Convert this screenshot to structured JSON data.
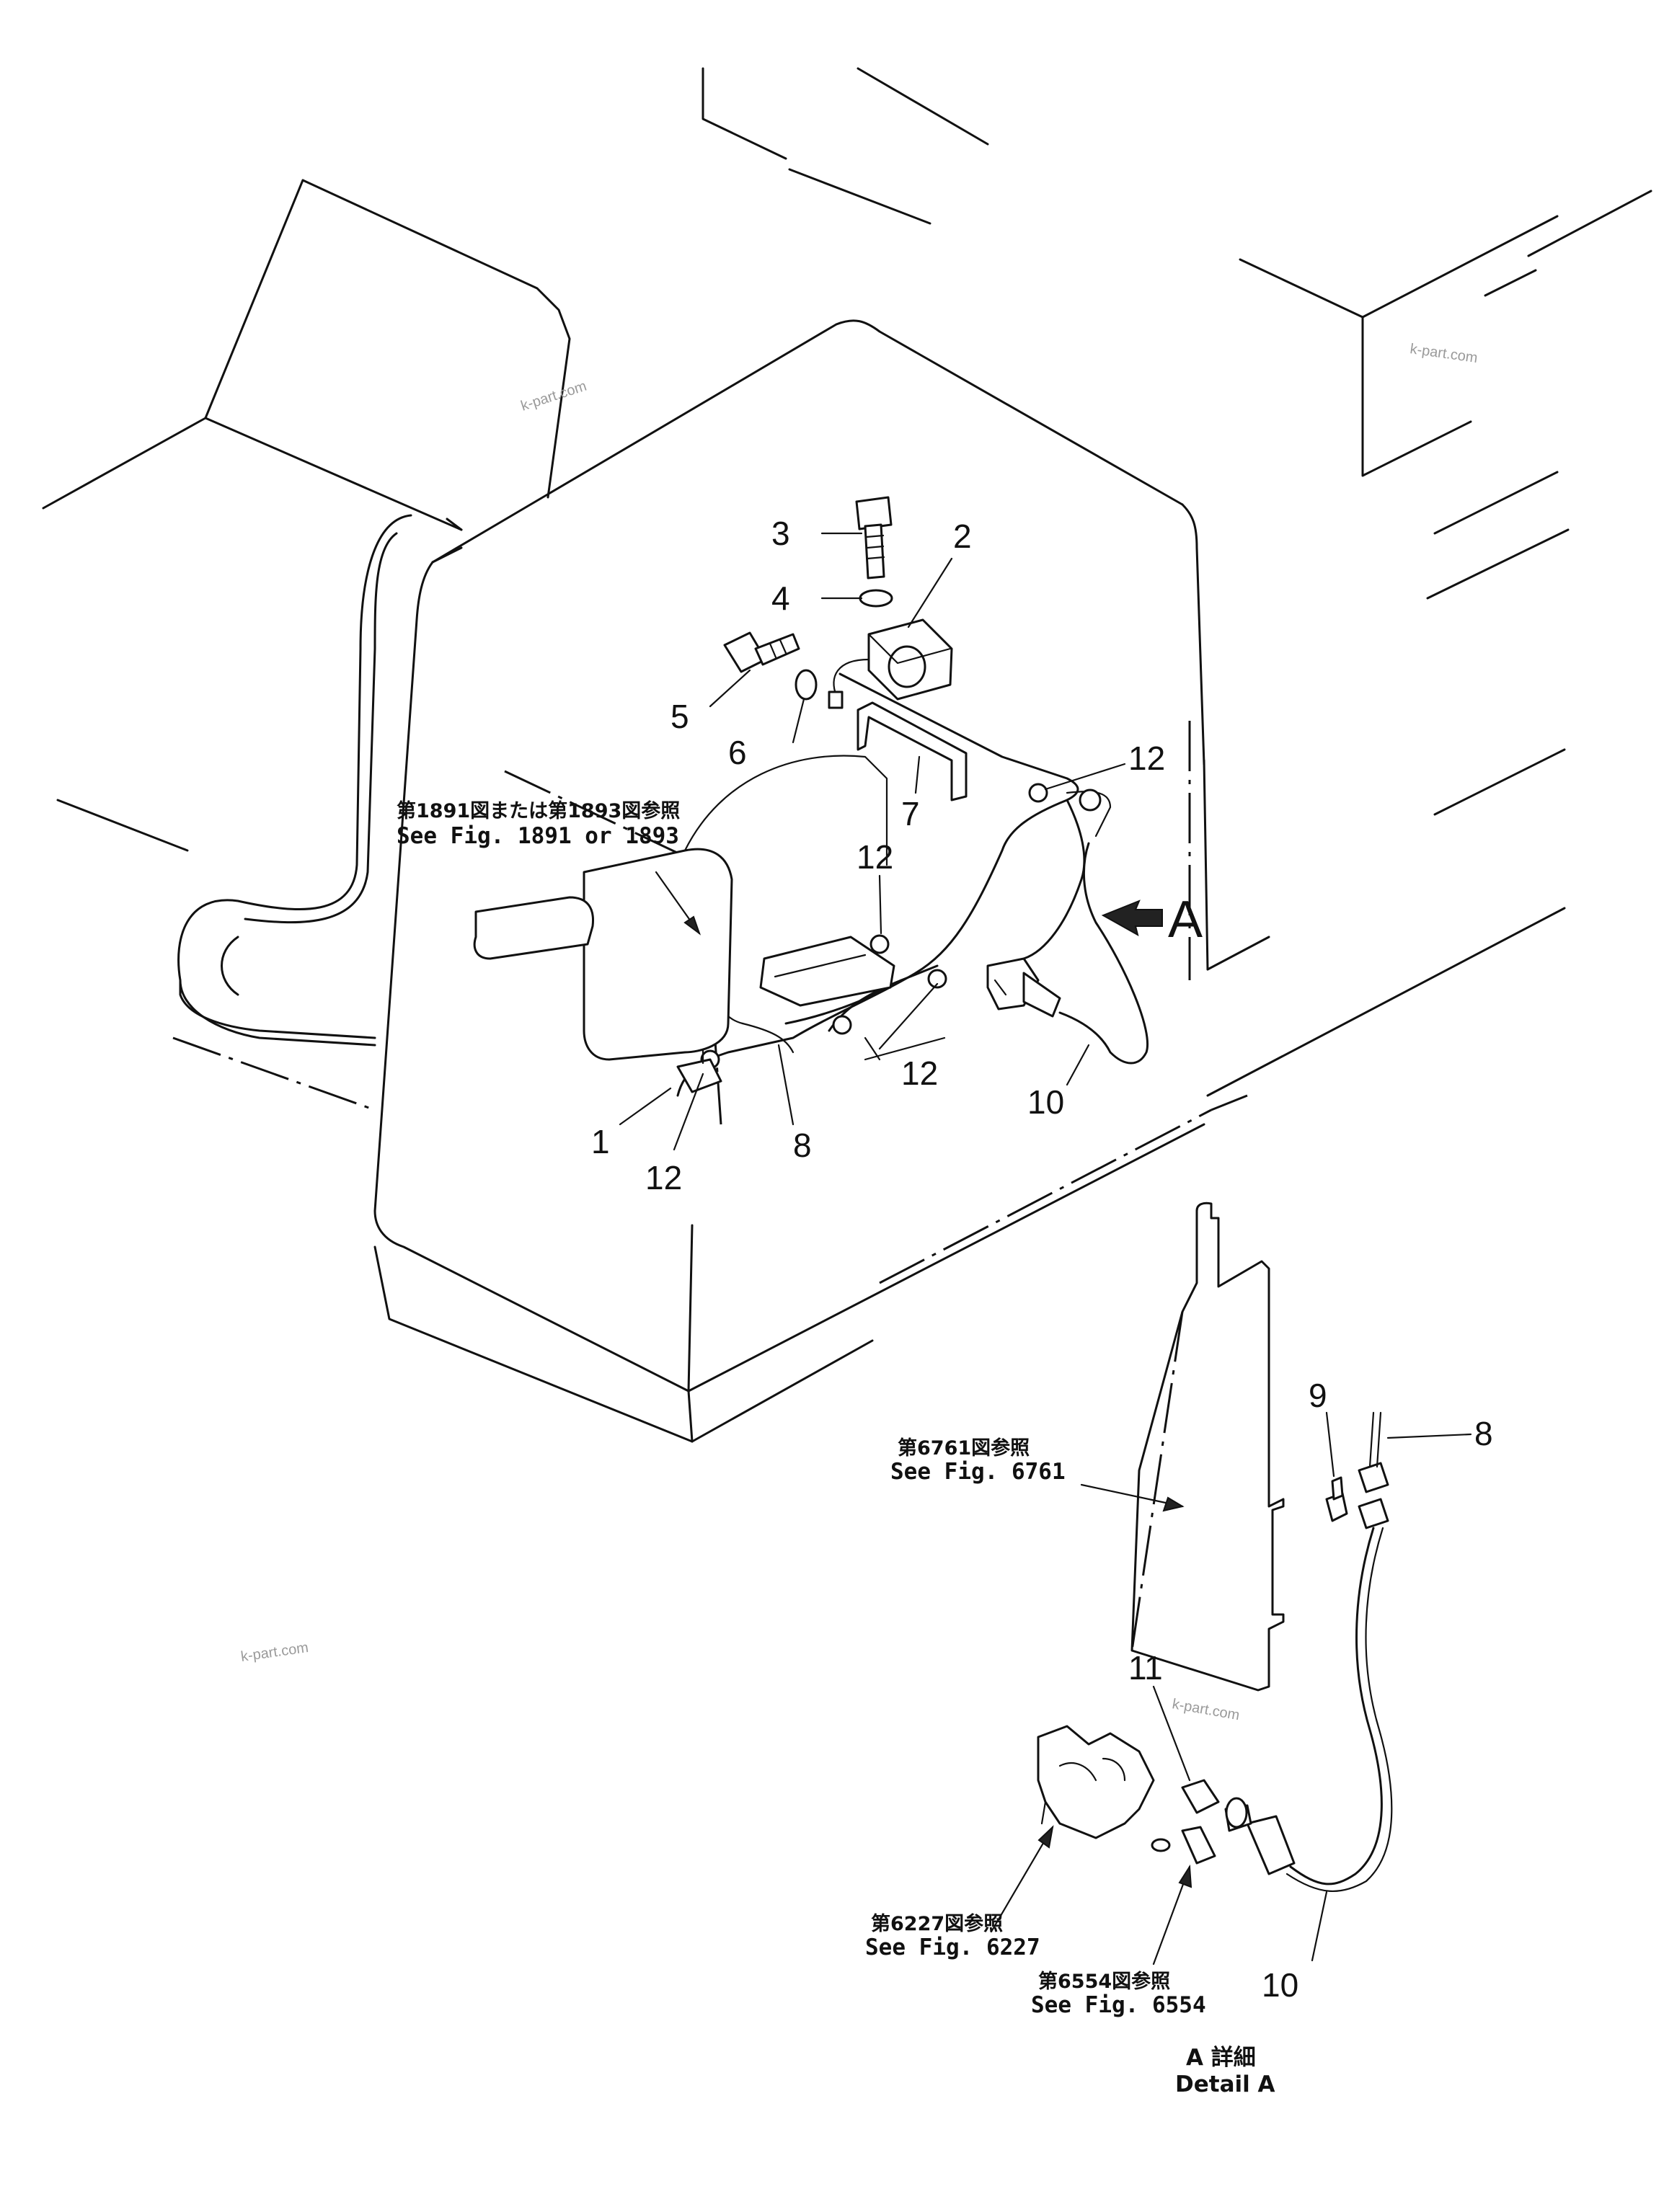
{
  "callouts": {
    "c1": "1",
    "c2": "2",
    "c3": "3",
    "c4": "4",
    "c5": "5",
    "c6": "6",
    "c7": "7",
    "c8": "8",
    "c8b": "8",
    "c9": "9",
    "c10": "10",
    "c10b": "10",
    "c11": "11",
    "c12a": "12",
    "c12b": "12",
    "c12c": "12",
    "c12d": "12"
  },
  "view_arrow_label": "A",
  "references": {
    "fig1891_jp": "第1891図または第1893図参照",
    "fig1891_en": "See Fig. 1891 or 1893",
    "fig6761_jp": "第6761図参照",
    "fig6761_en": "See Fig. 6761",
    "fig6227_jp": "第6227図参照",
    "fig6227_en": "See Fig. 6227",
    "fig6554_jp": "第6554図参照",
    "fig6554_en": "See Fig. 6554"
  },
  "detail_title": {
    "jp": "A 詳細",
    "en": "Detail A"
  },
  "watermarks": [
    "k-part.com",
    "k-part.com",
    "k-part.com",
    "k-part.com"
  ]
}
